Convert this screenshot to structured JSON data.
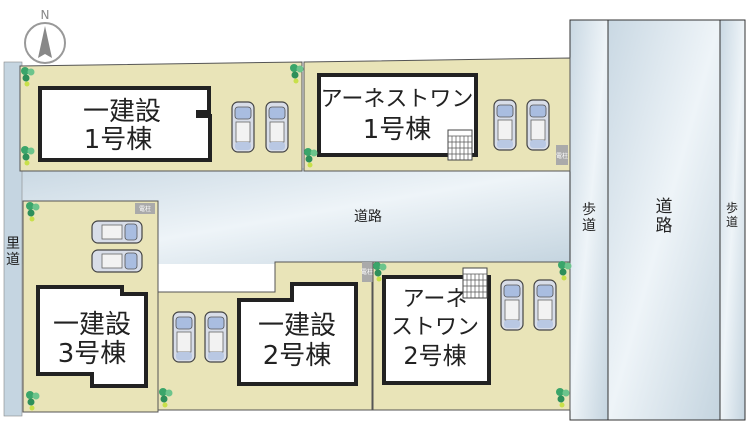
{
  "compass": {
    "label": "N"
  },
  "roads": {
    "main_road": "道路",
    "side_path": [
      "里",
      "道"
    ],
    "sidewalk_left": [
      "歩",
      "道"
    ],
    "arterial_road": [
      "道",
      "路"
    ],
    "sidewalk_right": [
      "歩",
      "道"
    ]
  },
  "lots": [
    {
      "id": "hajime-1",
      "lines": [
        "一建設",
        "1号棟"
      ]
    },
    {
      "id": "arnest-1",
      "lines": [
        "アーネストワン",
        "1号棟"
      ]
    },
    {
      "id": "hajime-3",
      "lines": [
        "一建設",
        "3号棟"
      ]
    },
    {
      "id": "hajime-2",
      "lines": [
        "一建設",
        "2号棟"
      ]
    },
    {
      "id": "arnest-2",
      "lines": [
        "アーネ",
        "ストワン",
        "2号棟"
      ]
    }
  ],
  "utility_pole_label": "電柱",
  "colors": {
    "lot": "#e9e4b8",
    "road": "#dbe6ee",
    "building": "#ffffff",
    "outline": "#222222",
    "tree": "#3aa56a"
  }
}
